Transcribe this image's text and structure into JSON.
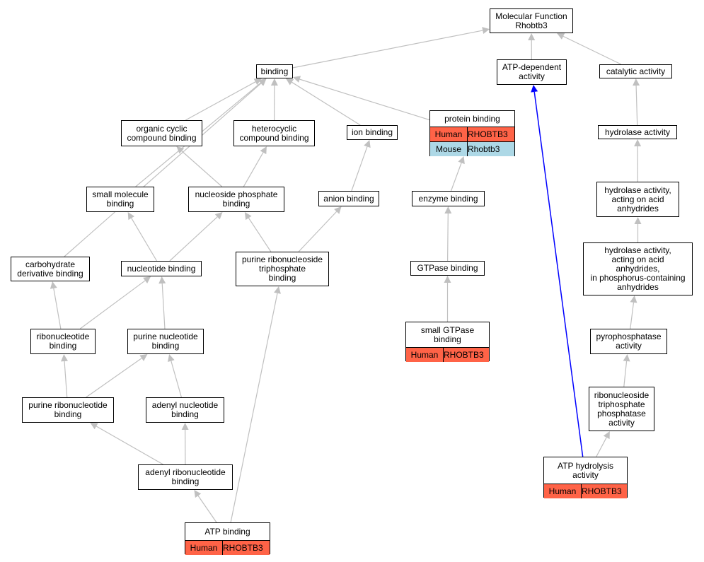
{
  "colors": {
    "edge": "#c0c0c0",
    "highlight_edge": "#0000ff",
    "human": "#ff6347",
    "mouse": "#add8e6"
  },
  "nodes": {
    "mf": {
      "label": "Molecular Function\nRhobtb3"
    },
    "binding": {
      "label": "binding"
    },
    "atpdep": {
      "label": "ATP-dependent\nactivity"
    },
    "catalytic": {
      "label": "catalytic activity"
    },
    "organic": {
      "label": "organic cyclic\ncompound binding"
    },
    "hetero": {
      "label": "heterocyclic\ncompound binding"
    },
    "ion": {
      "label": "ion binding"
    },
    "protein": {
      "label": "protein binding",
      "annotations": [
        {
          "species": "Human",
          "gene": "RHOBTB3"
        },
        {
          "species": "Mouse",
          "gene": "Rhobtb3"
        }
      ]
    },
    "hydrolase": {
      "label": "hydrolase activity"
    },
    "smallmol": {
      "label": "small molecule\nbinding"
    },
    "nucphos": {
      "label": "nucleoside phosphate\nbinding"
    },
    "anion": {
      "label": "anion binding"
    },
    "enzyme": {
      "label": "enzyme binding"
    },
    "hydacid": {
      "label": "hydrolase activity,\nacting on acid\nanhydrides"
    },
    "carb": {
      "label": "carbohydrate\nderivative binding"
    },
    "nucleotide": {
      "label": "nucleotide binding"
    },
    "purtri": {
      "label": "purine ribonucleoside\ntriphosphate\nbinding"
    },
    "gtpase": {
      "label": "GTPase binding"
    },
    "hydphos": {
      "label": "hydrolase activity,\nacting on acid\nanhydrides,\nin phosphorus-containing\nanhydrides"
    },
    "ribonuc": {
      "label": "ribonucleotide\nbinding"
    },
    "purnuc": {
      "label": "purine nucleotide\nbinding"
    },
    "smallgtp": {
      "label": "small GTPase\nbinding",
      "annotations": [
        {
          "species": "Human",
          "gene": "RHOBTB3"
        }
      ]
    },
    "pyro": {
      "label": "pyrophosphatase\nactivity"
    },
    "purribo": {
      "label": "purine ribonucleotide\nbinding"
    },
    "adenyl": {
      "label": "adenyl nucleotide\nbinding"
    },
    "ntpase": {
      "label": "ribonucleoside\ntriphosphate\nphosphatase\nactivity"
    },
    "adenribo": {
      "label": "adenyl ribonucleotide\nbinding"
    },
    "atphyd": {
      "label": "ATP hydrolysis\nactivity",
      "annotations": [
        {
          "species": "Human",
          "gene": "RHOBTB3"
        }
      ]
    },
    "atpbind": {
      "label": "ATP binding",
      "annotations": [
        {
          "species": "Human",
          "gene": "RHOBTB3"
        }
      ]
    }
  },
  "edges": [
    [
      "binding",
      "mf"
    ],
    [
      "atpdep",
      "mf"
    ],
    [
      "catalytic",
      "mf"
    ],
    [
      "organic",
      "binding"
    ],
    [
      "hetero",
      "binding"
    ],
    [
      "ion",
      "binding"
    ],
    [
      "protein",
      "binding"
    ],
    [
      "smallmol",
      "binding"
    ],
    [
      "carb",
      "binding"
    ],
    [
      "hydrolase",
      "catalytic"
    ],
    [
      "hydacid",
      "hydrolase"
    ],
    [
      "hydphos",
      "hydacid"
    ],
    [
      "pyro",
      "hydphos"
    ],
    [
      "ntpase",
      "pyro"
    ],
    [
      "atphyd",
      "ntpase"
    ],
    [
      "atphyd",
      "atpdep"
    ],
    [
      "nucphos",
      "organic"
    ],
    [
      "nucphos",
      "hetero"
    ],
    [
      "anion",
      "ion"
    ],
    [
      "enzyme",
      "protein"
    ],
    [
      "gtpase",
      "enzyme"
    ],
    [
      "smallgtp",
      "gtpase"
    ],
    [
      "nucleotide",
      "smallmol"
    ],
    [
      "nucleotide",
      "nucphos"
    ],
    [
      "purtri",
      "nucphos"
    ],
    [
      "purtri",
      "anion"
    ],
    [
      "ribonuc",
      "carb"
    ],
    [
      "ribonuc",
      "nucleotide"
    ],
    [
      "purnuc",
      "nucleotide"
    ],
    [
      "purribo",
      "ribonuc"
    ],
    [
      "purribo",
      "purnuc"
    ],
    [
      "adenyl",
      "purnuc"
    ],
    [
      "adenribo",
      "purribo"
    ],
    [
      "adenribo",
      "adenyl"
    ],
    [
      "atpbind",
      "adenribo"
    ],
    [
      "atpbind",
      "purtri"
    ]
  ],
  "highlighted_edges": [
    [
      "atphyd",
      "atpdep"
    ]
  ]
}
